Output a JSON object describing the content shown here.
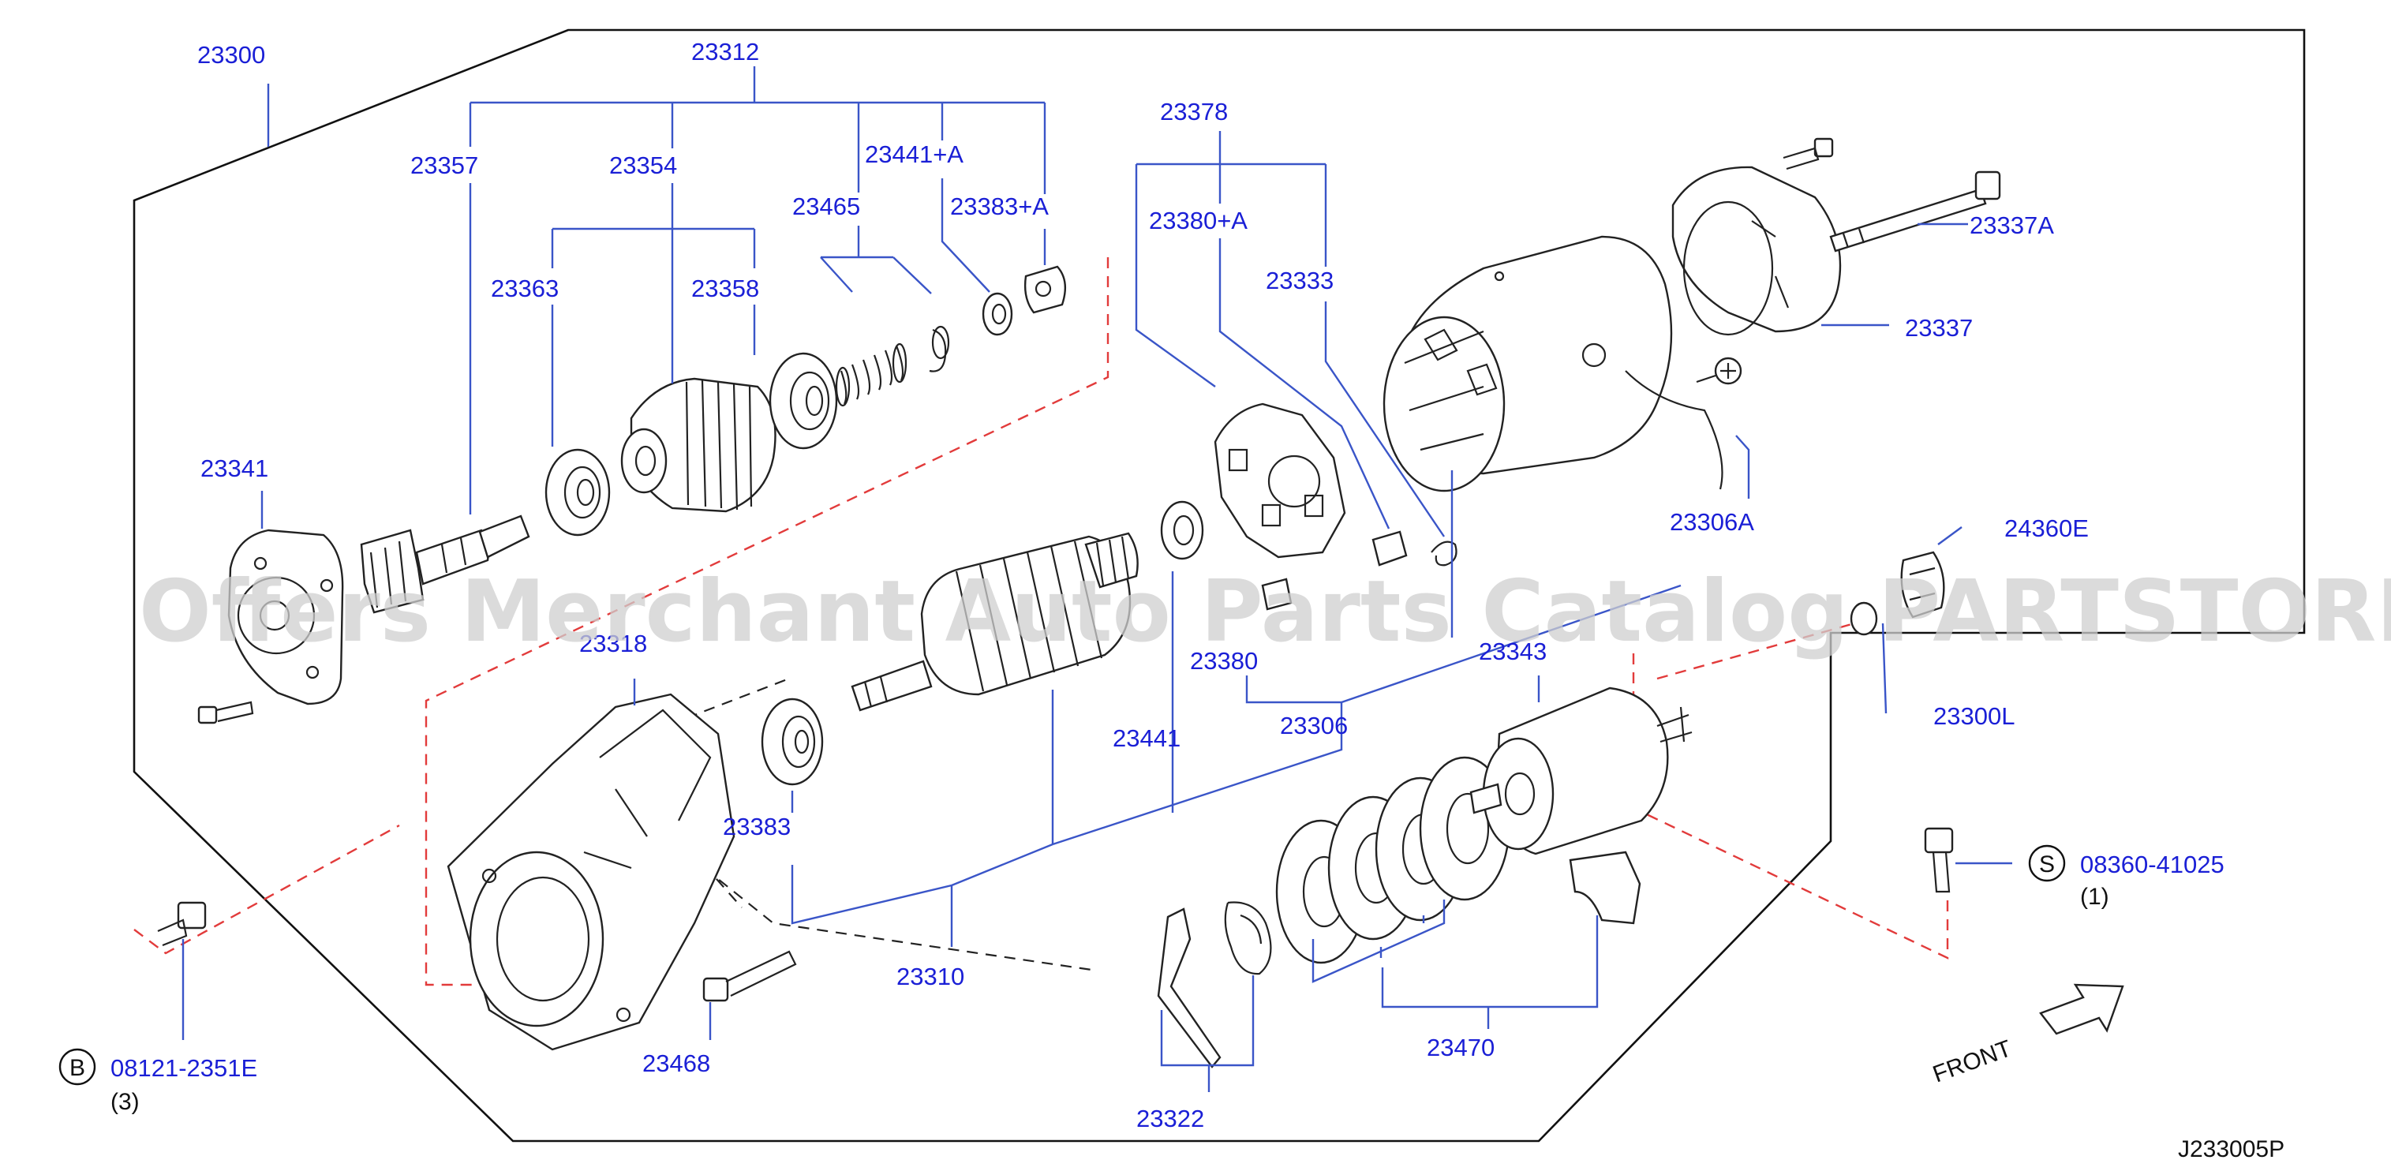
{
  "diagram_code": "J233005P",
  "watermark": "Offers Merchant Auto Parts Catalog PARTSTORE.SA",
  "front_label": "FRONT",
  "parts": {
    "p23300": "23300",
    "p23312": "23312",
    "p23357": "23357",
    "p23354": "23354",
    "p23441A": "23441+A",
    "p23465": "23465",
    "p23383A": "23383+A",
    "p23363": "23363",
    "p23358": "23358",
    "p23341": "23341",
    "p23378": "23378",
    "p23380A": "23380+A",
    "p23333": "23333",
    "p23337A": "23337A",
    "p23337": "23337",
    "p23306A": "23306A",
    "p24360E": "24360E",
    "p23318": "23318",
    "p23380": "23380",
    "p23343": "23343",
    "p23300L": "23300L",
    "p23441": "23441",
    "p23306": "23306",
    "p23383": "23383",
    "p23310": "23310",
    "p23468": "23468",
    "p23470": "23470",
    "p23322": "23322"
  },
  "fasteners": {
    "bolt_b": {
      "prefix": "B",
      "code": "08121-2351E",
      "qty": "(3)"
    },
    "screw_s": {
      "prefix": "S",
      "code": "08360-41025",
      "qty": "(1)"
    }
  }
}
